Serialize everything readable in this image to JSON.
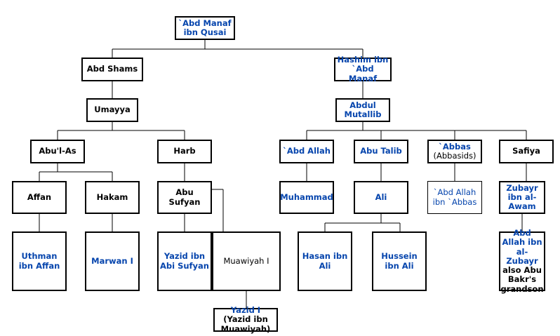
{
  "colors": {
    "link": "#0645AD",
    "text": "#000000",
    "line": "#000000",
    "background": "#ffffff"
  },
  "nodes": {
    "abd_manaf": {
      "label": "`Abd Manaf ibn Qusai",
      "link": true
    },
    "abd_shams": {
      "label": "Abd Shams",
      "link": false
    },
    "hashim": {
      "label": "Hashim ibn `Abd Manaf",
      "link": true
    },
    "umayya": {
      "label": "Umayya",
      "link": false
    },
    "abdul_mutallib": {
      "label": "Abdul Mutallib",
      "link": true
    },
    "abul_as": {
      "label": "Abu'l-As",
      "link": false
    },
    "harb": {
      "label": "Harb",
      "link": false
    },
    "abd_allah": {
      "label": "`Abd Allah",
      "link": true
    },
    "abu_talib": {
      "label": "Abu Talib",
      "link": true
    },
    "abbas": {
      "label": "`Abbas",
      "sublabel": "(Abbasids)",
      "link": true
    },
    "safiya": {
      "label": "Safiya",
      "link": false
    },
    "affan": {
      "label": "Affan",
      "link": false
    },
    "hakam": {
      "label": "Hakam",
      "link": false
    },
    "abu_sufyan": {
      "label": "Abu Sufyan",
      "link": false
    },
    "muhammad": {
      "label": "Muhammad",
      "link": true
    },
    "ali": {
      "label": "Ali",
      "link": true
    },
    "abd_allah_abbas": {
      "label": "`Abd Allah ibn `Abbas",
      "link": true
    },
    "zubayr": {
      "label": "Zubayr ibn al-Awam",
      "link": true
    },
    "uthman": {
      "label": "Uthman ibn Affan",
      "link": true
    },
    "marwan": {
      "label": "Marwan I",
      "link": true
    },
    "yazid_abi_sufyan": {
      "label": "Yazid ibn Abi Sufyan",
      "link": true
    },
    "muawiyah": {
      "label": "Muawiyah I",
      "link": false
    },
    "hasan": {
      "label": "Hasan ibn Ali",
      "link": true
    },
    "hussein": {
      "label": "Hussein ibn Ali",
      "link": true
    },
    "abd_allah_zubayr": {
      "label": "Abd Allah ibn al-Zubayr",
      "link": true,
      "sublabel": "also Abu Bakr's grandson"
    },
    "yazid_i": {
      "label": "Yazid I",
      "sublabel": "(Yazid ibn Muawiyah)",
      "link": true
    }
  }
}
